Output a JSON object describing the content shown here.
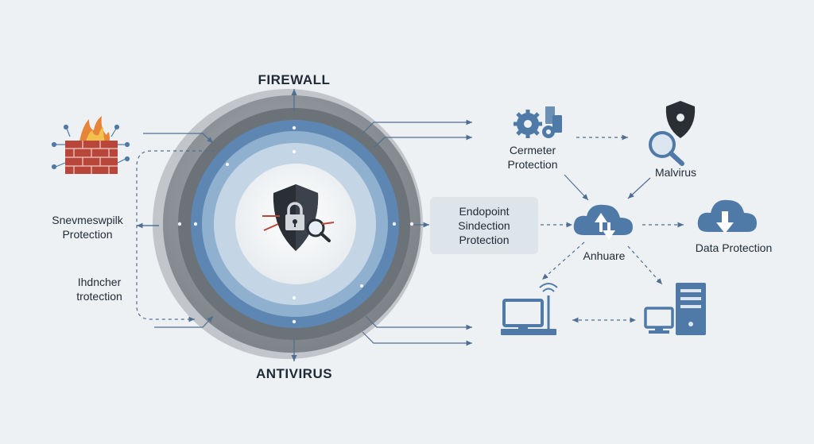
{
  "labels": {
    "firewall": "FIREWALL",
    "antivirus": "ANTIVIRUS",
    "left_top": [
      "Snevmeswpilk",
      "Protection"
    ],
    "left_bottom": [
      "Ihdncher",
      "trotection"
    ],
    "endpoint": [
      "Endopoint",
      "Sindection",
      "Protection"
    ],
    "perimeter": [
      "Cermeter",
      "Protection"
    ],
    "malvirus": "Malvirus",
    "anhuare": "Anhuare",
    "data_protection": "Data Protection"
  },
  "icons": {
    "center": "shield-lock-magnifier-icon",
    "firewall": "brick-wall-fire-icon",
    "gears": "gears-device-icon",
    "shield_search": "shield-magnifier-icon",
    "cloud_sync": "cloud-upload-download-icon",
    "cloud_download": "cloud-download-icon",
    "computer": "desktop-router-icon",
    "server": "desktop-server-icon"
  },
  "colors": {
    "background": "#eef1f3",
    "ring_outer": "#8c9196",
    "ring_dark": "#6b7278",
    "ring_blue": "#5d86b2",
    "ring_light": "#b9cfe1",
    "accent_blue": "#4f7aa8",
    "shield_dark": "#2a2f36",
    "fire_red": "#b8463a",
    "lock_gray": "#c9cdd2"
  }
}
